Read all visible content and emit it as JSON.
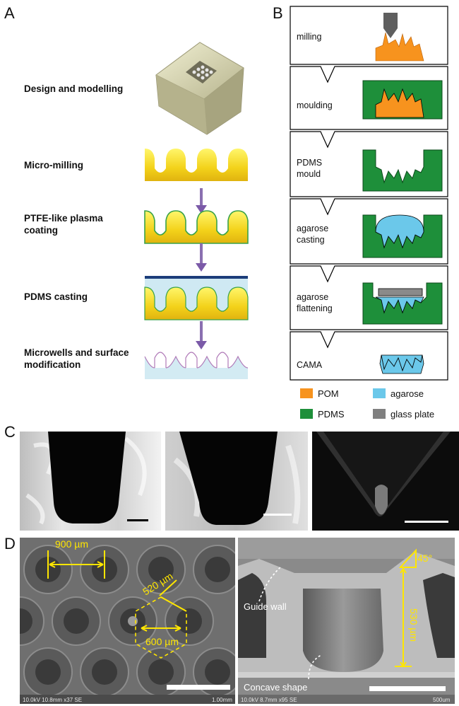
{
  "panels": {
    "a": {
      "letter": "A",
      "steps": [
        {
          "label": "Design and modelling"
        },
        {
          "label": "Micro-milling"
        },
        {
          "label": "PTFE-like plasma coating"
        },
        {
          "label": "PDMS casting"
        },
        {
          "label": "Microwells and surface modification"
        }
      ]
    },
    "b": {
      "letter": "B",
      "rows": [
        {
          "label": "milling"
        },
        {
          "label": "moulding"
        },
        {
          "label": "PDMS mould"
        },
        {
          "label": "agarose casting"
        },
        {
          "label": "agarose flattening"
        },
        {
          "label": "CAMA"
        }
      ],
      "legend": [
        {
          "label": "POM",
          "color": "#f7931e"
        },
        {
          "label": "agarose",
          "color": "#6bc8ea"
        },
        {
          "label": "PDMS",
          "color": "#1e8f3a"
        },
        {
          "label": "glass plate",
          "color": "#808080"
        }
      ]
    },
    "c": {
      "letter": "C"
    },
    "d": {
      "letter": "D",
      "left": {
        "dim_900": "900 µm",
        "dim_520": "520 µm",
        "dim_600": "600 µm",
        "footer": "10.0kV 10.8mm x37 SE",
        "scale": "1.00mm"
      },
      "right": {
        "angle": "45°",
        "dim_530": "530 µm",
        "guide_wall": "Guide wall",
        "concave": "Concave shape",
        "footer": "10.0kV 8.7mm x95 SE",
        "scale": "500um"
      }
    }
  }
}
